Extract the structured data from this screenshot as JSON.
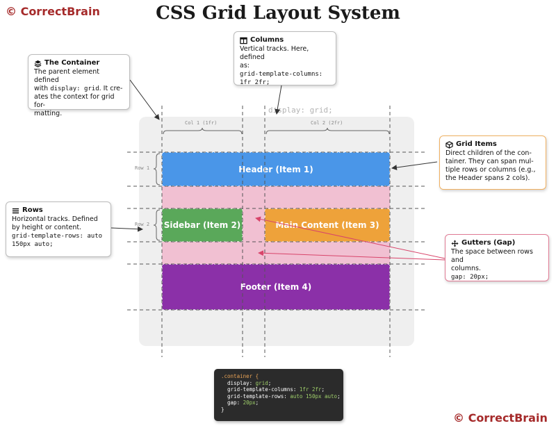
{
  "watermark": "© CorrectBrain",
  "title": "CSS Grid Layout System",
  "display_label": "display: grid;",
  "tracks": {
    "col1": "Col 1 (1fr)",
    "col2": "Col 2 (2fr)",
    "row1": "Row 1",
    "row2": "Row 2"
  },
  "items": {
    "header": "Header (Item 1)",
    "sidebar": "Sidebar (Item 2)",
    "main": "Main Content (Item 3)",
    "footer": "Footer (Item 4)"
  },
  "colors": {
    "header": "#4a96e8",
    "sidebar": "#5aa85a",
    "main": "#eea23a",
    "footer": "#8b30a8",
    "gap": "#f1c0d2",
    "watermark": "#a52a2a",
    "gutter_arrow": "#d8446a"
  },
  "callouts": {
    "container": {
      "icon": "layers-icon",
      "title": "The Container",
      "l1": "The parent element defined",
      "l2a": "with ",
      "l2code": "display: grid",
      "l2b": ". It cre-",
      "l3": "ates the context for grid for-",
      "l4": "matting."
    },
    "columns": {
      "icon": "columns-icon",
      "title": "Columns",
      "l1": "Vertical tracks. Here, defined",
      "l2": "as:",
      "code1": "grid-template-columns:",
      "code2": "1fr 2fr;"
    },
    "grid_items": {
      "icon": "cube-icon",
      "title": "Grid Items",
      "l1": "Direct children of the con-",
      "l2": "tainer. They can span mul-",
      "l3": "tiple rows or columns (e.g.,",
      "l4": "the Header spans 2 cols)."
    },
    "rows": {
      "icon": "bars-icon",
      "title": "Rows",
      "l1": "Horizontal tracks. Defined",
      "l2": "by height or content.",
      "code1": "grid-template-rows: auto",
      "code2": "150px auto;"
    },
    "gutters": {
      "icon": "move-arrows-icon",
      "title": "Gutters (Gap)",
      "l1": "The space between rows and",
      "l2": "columns.",
      "code1": "gap: 20px;"
    }
  },
  "code": {
    "selector": ".container {",
    "l1a": "  display: ",
    "l1b": "grid",
    "l1c": ";",
    "l2a": "  grid-template-columns: ",
    "l2b": "1fr 2fr",
    "l2c": ";",
    "l3a": "  grid-template-rows: ",
    "l3b": "auto 150px auto",
    "l3c": ";",
    "l4a": "  gap: ",
    "l4b": "20px",
    "l4c": ";",
    "close": "}"
  }
}
